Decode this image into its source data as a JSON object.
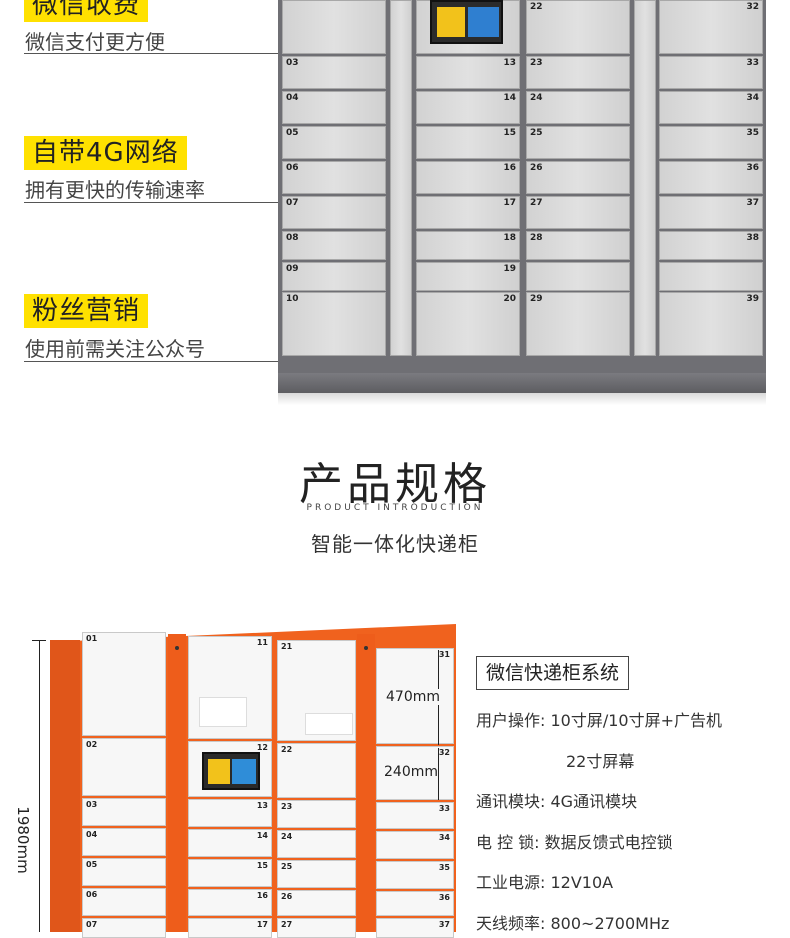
{
  "features": [
    {
      "title": "微信收费",
      "subtitle": "微信支付更方便"
    },
    {
      "title": "自带4G网络",
      "subtitle": "拥有更快的传输速率"
    },
    {
      "title": "粉丝营销",
      "subtitle": "使用前需关注公众号"
    }
  ],
  "top_locker": {
    "col1": [
      "03",
      "04",
      "05",
      "06",
      "07",
      "08",
      "09",
      "10"
    ],
    "col2": [
      "13",
      "14",
      "15",
      "16",
      "17",
      "18",
      "19",
      "20"
    ],
    "col3": [
      "22",
      "23",
      "24",
      "25",
      "26",
      "27",
      "28",
      "",
      "29"
    ],
    "col4": [
      "32",
      "33",
      "34",
      "35",
      "36",
      "37",
      "38",
      "",
      "39"
    ]
  },
  "section": {
    "title": "产品规格",
    "subtitle": "PRODUCT INTRODUCTION",
    "description": "智能一体化快递柜"
  },
  "product": {
    "height_label": "1980mm",
    "dim_large": "470mm",
    "dim_small": "240mm",
    "col1": [
      "01",
      "02",
      "03",
      "04",
      "05",
      "06",
      "07"
    ],
    "col2": [
      "11",
      "12",
      "13",
      "14",
      "15",
      "16",
      "17"
    ],
    "col3": [
      "21",
      "22",
      "23",
      "24",
      "25",
      "26",
      "27"
    ],
    "col4": [
      "31",
      "32",
      "33",
      "34",
      "35",
      "36",
      "37"
    ]
  },
  "specs": {
    "system_title": "微信快递柜系统",
    "items": [
      {
        "label": "用户操作:",
        "value": "10寸屏/10寸屏+广告机"
      },
      {
        "label": "",
        "value": "22寸屏幕"
      },
      {
        "label": "通讯模块:",
        "value": "4G通讯模块"
      },
      {
        "label": "电 控 锁:",
        "value": "数据反馈式电控锁"
      },
      {
        "label": "工业电源:",
        "value": "12V10A"
      },
      {
        "label": "天线频率:",
        "value": "800~2700MHz"
      }
    ]
  }
}
